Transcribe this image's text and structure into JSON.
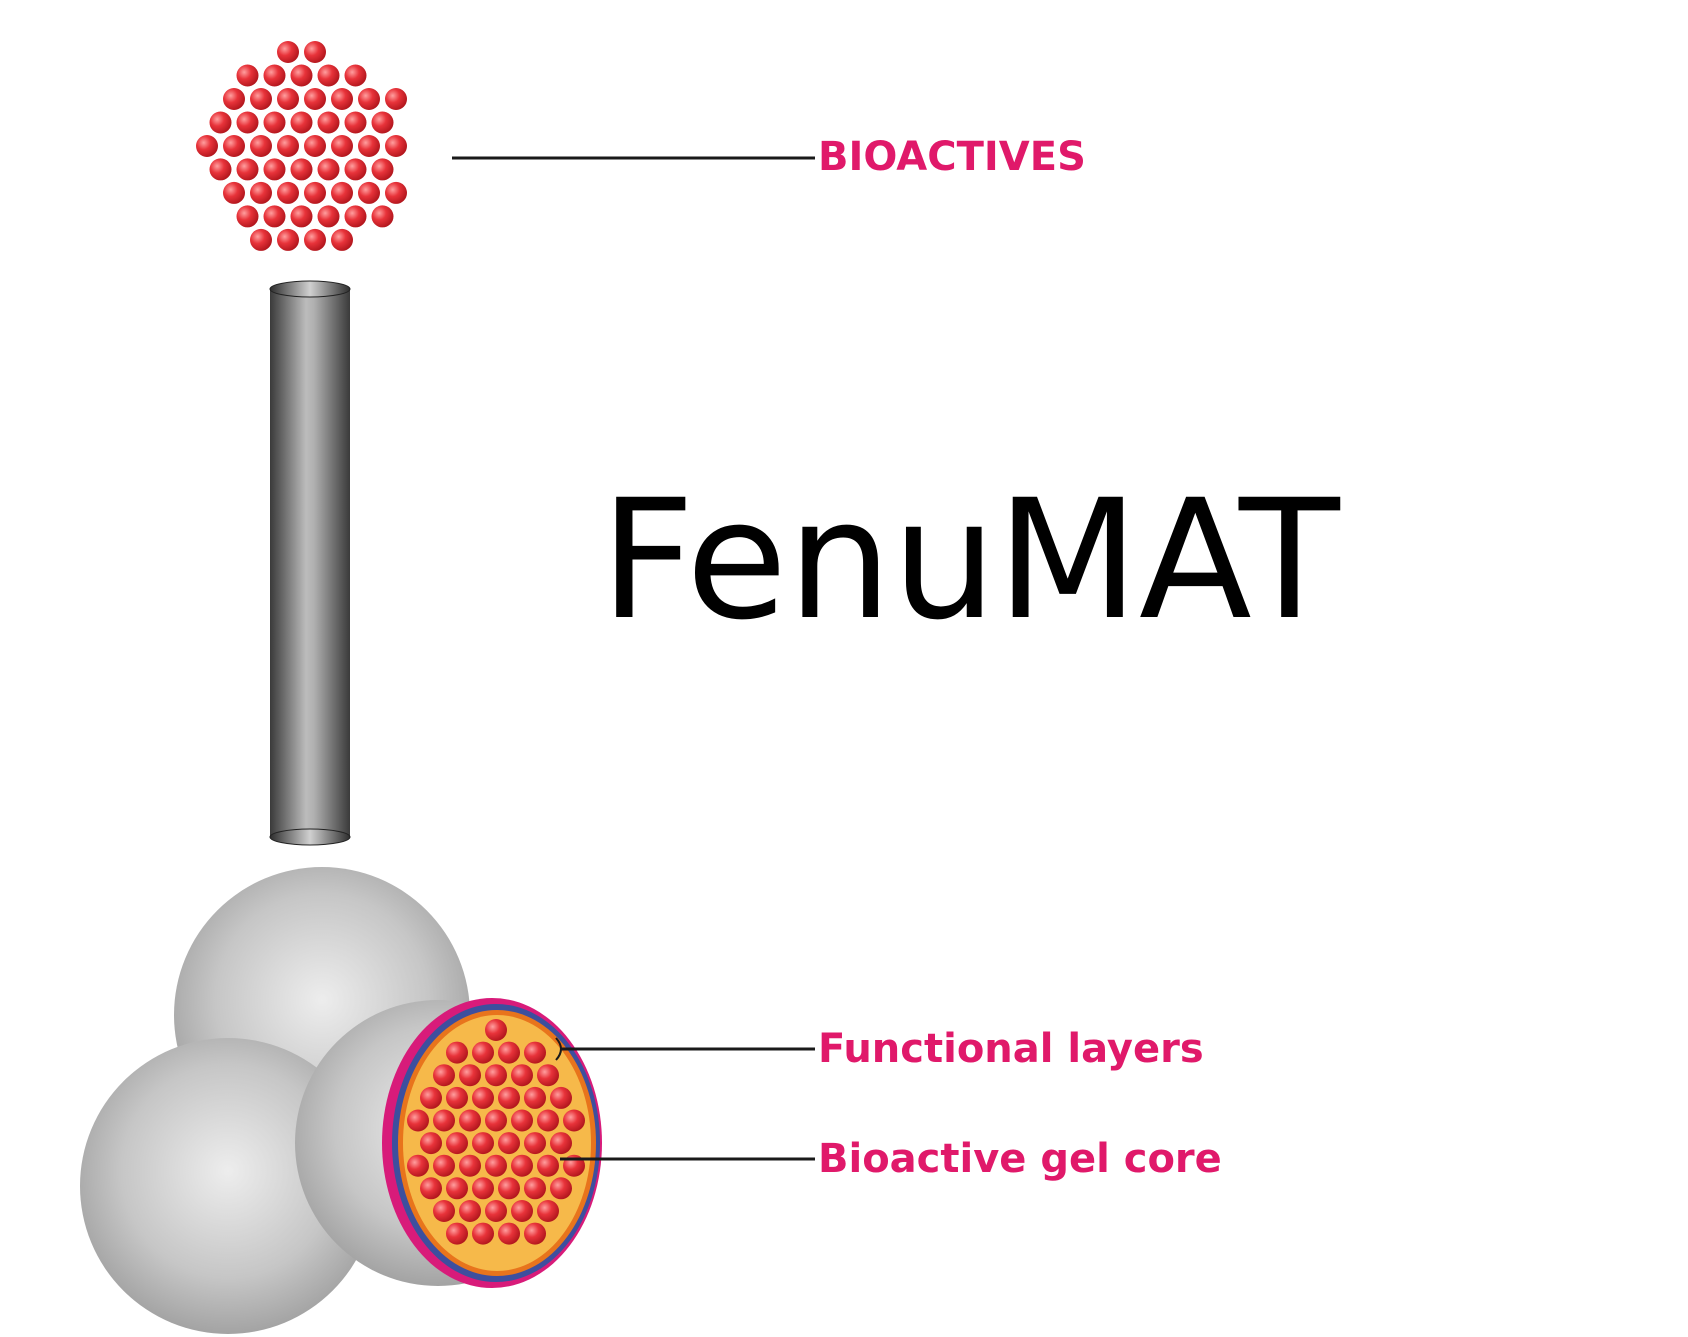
{
  "title": "FenuMAT",
  "labels": {
    "bioactives": "BIOACTIVES",
    "functional_layers": "Functional layers",
    "gel_core": "Bioactive gel core"
  },
  "colors": {
    "label": "#e0196a",
    "particle": "#e0262e",
    "particle_highlight": "#ff9a9a",
    "sphere": "#bdbdbd",
    "sphere_highlight": "#ececec",
    "tube": "#7a7a7a",
    "core_fill": "#f6b94a",
    "core_rim": "#e8741c",
    "layer_blue": "#3d4f9e",
    "layer_magenta": "#d81b7a",
    "leader_line": "#1a1a1a",
    "title": "#000000"
  }
}
